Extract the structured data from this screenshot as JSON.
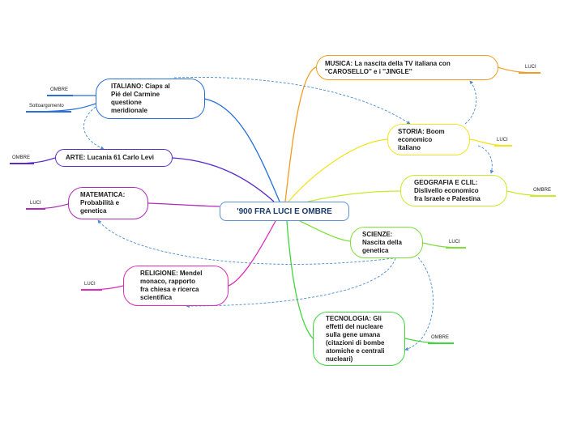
{
  "central": {
    "title": "'900 FRA LUCI E OMBRE"
  },
  "topics": {
    "musica": {
      "label": "MUSICA: La nascita della TV italiana con\n''CAROSELLO'' e i ''JINGLE''",
      "color": "#f39c1f"
    },
    "storia": {
      "label": "STORIA: Boom\neconomico\nitaliano",
      "color": "#f2e41f"
    },
    "geografia": {
      "label": "GEOGRAFIA E CLIL:\nDislivello economico\nfra Israele e Palestina",
      "color": "#c8ea2a"
    },
    "scienze": {
      "label": "SCIENZE:\nNascita della\ngenetica",
      "color": "#7ede3a"
    },
    "tecnologia": {
      "label": "TECNOLOGIA: Gli\neffetti del nucleare\nsulla gene umana\n(citazioni di bombe\natomiche e centrali\nnucleari)",
      "color": "#3ed63a"
    },
    "italiano": {
      "label": "ITALIANO: Ciaps al\nPié del Carmine\nquestione\nmeridionale",
      "color": "#2a6fd8"
    },
    "arte": {
      "label": "ARTE: Lucania 61 Carlo Levi",
      "color": "#5a2ac8"
    },
    "matematica": {
      "label": "MATEMATICA:\nProbabilità e\ngenetica",
      "color": "#b02ab8"
    },
    "religione": {
      "label": "RELIGIONE: Mendel\nmonaco, rapporto\nfra chiesa e ricerca\nscientifica",
      "color": "#e02ab8"
    }
  },
  "subtopics": {
    "musica_luci": "LUCI",
    "storia_luci": "LUCI",
    "geografia_ombre": "OMBRE",
    "scienze_luci": "LUCI",
    "tecnologia_ombre": "OMBRE",
    "italiano_ombre": "OMBRE",
    "italiano_sottoargomento": "Sottoargomento",
    "arte_ombre": "OMBRE",
    "matematica_luci": "LUCI",
    "religione_luci": "LUCI"
  },
  "connector_color": "#4a8ad0"
}
